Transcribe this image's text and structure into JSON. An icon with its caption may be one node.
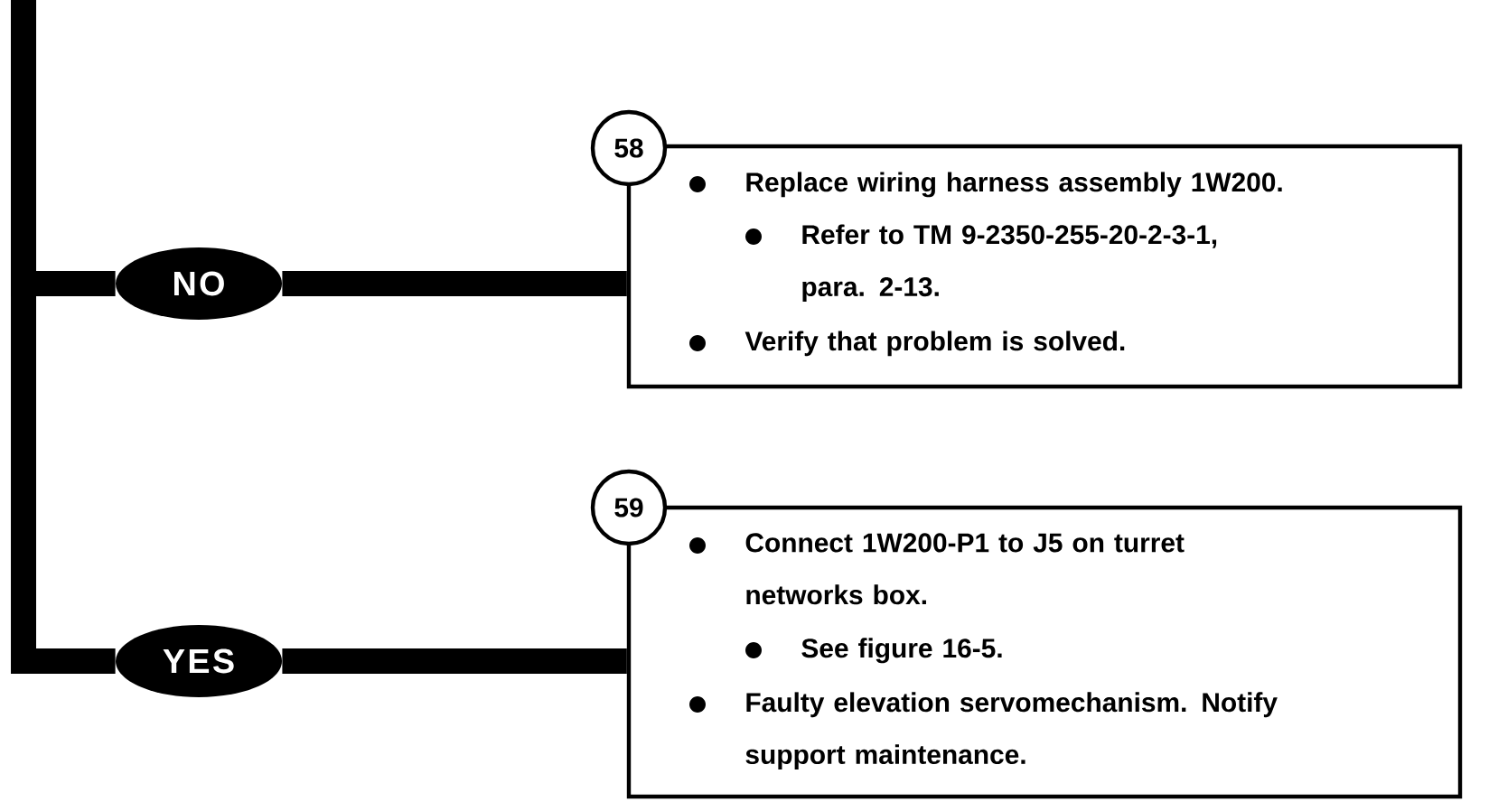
{
  "diagram": {
    "nodes": [
      {
        "text": [
          "NO"
        ]
      },
      {
        "text": [
          "58"
        ]
      },
      {
        "text": [
          "Replace wiring harness assembly 1W200.",
          "Refer to TM 9-2350-255-20-2-3-1, para. 2-13.",
          "Verify that problem is solved."
        ]
      },
      {
        "text": [
          "YES"
        ]
      },
      {
        "text": [
          "59"
        ]
      },
      {
        "text": [
          "Connect 1W200-P1 to J5 on turret networks box.",
          "See figure 16-5.",
          "Faulty elevation servomechanism. Notify support maintenance."
        ]
      }
    ],
    "edges": [
      {
        "from": null,
        "to": 0,
        "arrow": "none"
      },
      {
        "from": 0,
        "to": 2,
        "arrow": "none"
      },
      {
        "from": null,
        "to": 3,
        "arrow": "none"
      },
      {
        "from": 3,
        "to": 5,
        "arrow": "none"
      }
    ]
  }
}
